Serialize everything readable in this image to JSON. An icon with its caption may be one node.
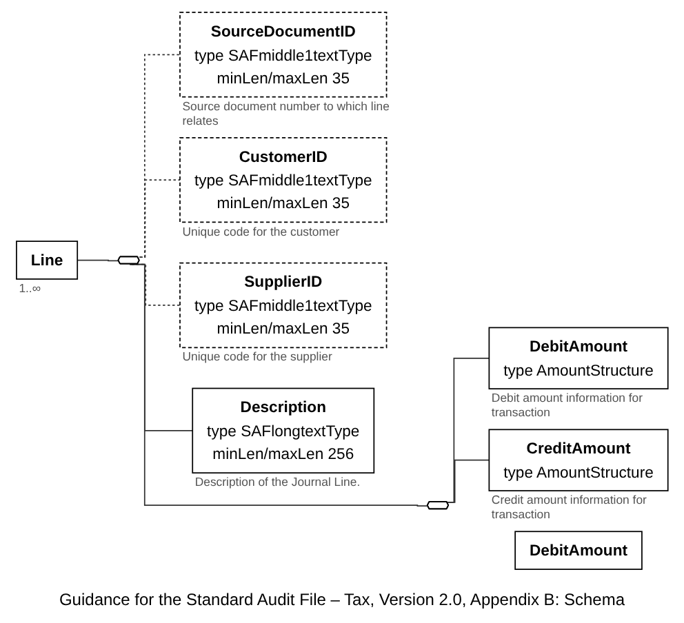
{
  "diagram": {
    "nodes": [
      {
        "text": [
          "Line"
        ],
        "beside": [
          "1..∞"
        ]
      },
      {
        "text": [],
        "shape": "hexagon"
      },
      {
        "text": [
          "SourceDocumentID",
          "type",
          "SAFmiddle1textType",
          "minLen/maxLen",
          "35"
        ],
        "beside": [
          "Source document number to which line relates"
        ]
      },
      {
        "text": [
          "CustomerID",
          "type",
          "SAFmiddle1textType",
          "minLen/maxLen",
          "35"
        ],
        "beside": [
          "Unique code for the customer"
        ]
      },
      {
        "text": [
          "SupplierID",
          "type",
          "SAFmiddle1textType",
          "minLen/maxLen",
          "35"
        ],
        "beside": [
          "Unique code for the supplier"
        ]
      },
      {
        "text": [
          "Description",
          "type",
          "SAFlongtextType",
          "minLen/maxLen",
          "256"
        ],
        "beside": [
          "Description of the Journal Line."
        ]
      },
      {
        "text": [
          "DebitAmount"
        ]
      },
      {
        "text": [],
        "shape": "hexagon"
      },
      {
        "text": [
          "DebitAmount",
          "type",
          "AmountStructure"
        ],
        "beside": [
          "Debit amount information for transaction"
        ]
      },
      {
        "text": [
          "CreditAmount",
          "type",
          "AmountStructure"
        ],
        "beside": [
          "Credit amount information for transaction"
        ]
      }
    ],
    "edges": [
      {
        "from": 0,
        "to": 1,
        "arrow": "none"
      },
      {
        "from": 1,
        "to": 2,
        "arrow": "none",
        "style": "dashed"
      },
      {
        "from": 1,
        "to": 3,
        "arrow": "none",
        "style": "dashed"
      },
      {
        "from": 1,
        "to": 4,
        "arrow": "none",
        "style": "dashed"
      },
      {
        "from": 1,
        "to": 5,
        "arrow": "none"
      },
      {
        "from": 1,
        "to": 7,
        "arrow": "none"
      },
      {
        "from": 7,
        "to": 8,
        "arrow": "none"
      },
      {
        "from": 7,
        "to": 9,
        "arrow": "none"
      }
    ],
    "labels": [
      "Guidance for the Standard Audit File – Tax, Version 2.0, Appendix B: Schema"
    ]
  }
}
